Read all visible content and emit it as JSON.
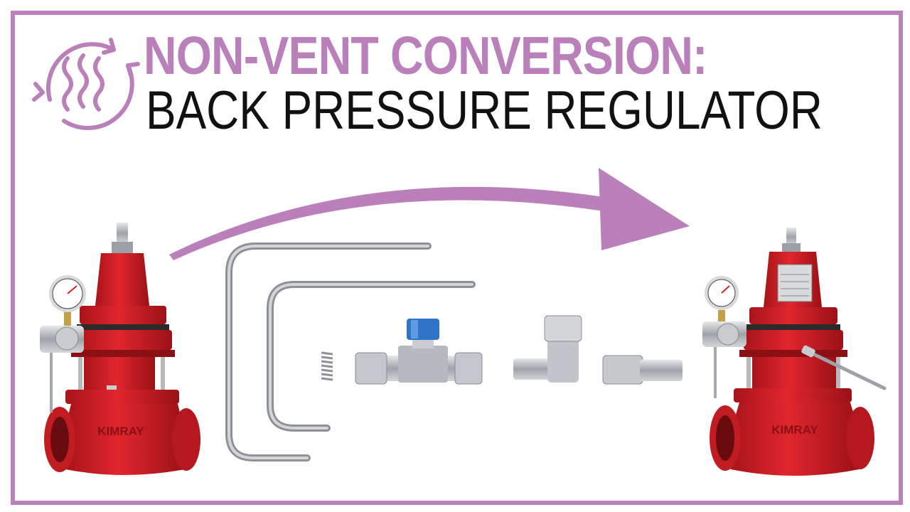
{
  "title": {
    "line1": "NON-VENT CONVERSION:",
    "line2": "BACK PRESSURE REGULATOR"
  },
  "brand": "KIMRAY",
  "colors": {
    "accent": "#b980ba",
    "regulator_red": "#d42127",
    "steel": "#b9bcc0",
    "cap_blue": "#2f74c7",
    "text": "#111111"
  },
  "icons": [
    "heat-cycle-icon",
    "arrow-right-icon"
  ]
}
